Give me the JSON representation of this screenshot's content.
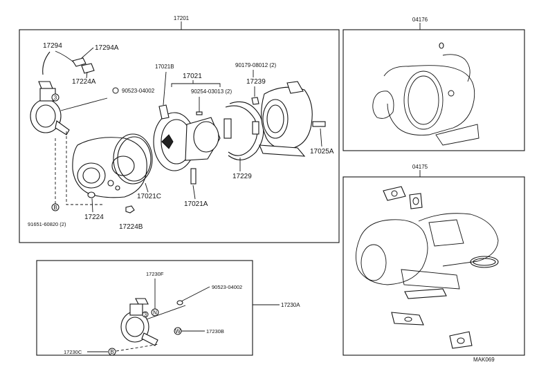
{
  "labels": {
    "main_assembly": "17201",
    "hose": "17294",
    "hose_clamp": "17294A",
    "bracket_clamp": "17224A",
    "gasket_90523": "90523-04002",
    "stud_17021b": "17021B",
    "cartridge": "17021",
    "pin_90254": "90254-03013 (2)",
    "nut_90179": "90179-08012 (2)",
    "insulator": "17239",
    "stud_17025a": "17025A",
    "clamp_17229": "17229",
    "ring_17021c": "17021C",
    "stud_17021a": "17021A",
    "washer_17224": "17224",
    "nut_17224b": "17224B",
    "bolt_91651": "91651-60820 (2)",
    "gasket_kit_04176": "04176",
    "gasket_kit_04175": "04175",
    "actuator_17230a": "17230A",
    "item_17230f": "17230F",
    "gasket_90523_b": "90523-04002",
    "item_17230b": "17230B",
    "item_17230c": "17230C",
    "diagram_code": "MAK069"
  },
  "markers": {
    "b": "B",
    "n": "N",
    "w": "W",
    "num3": "3"
  }
}
